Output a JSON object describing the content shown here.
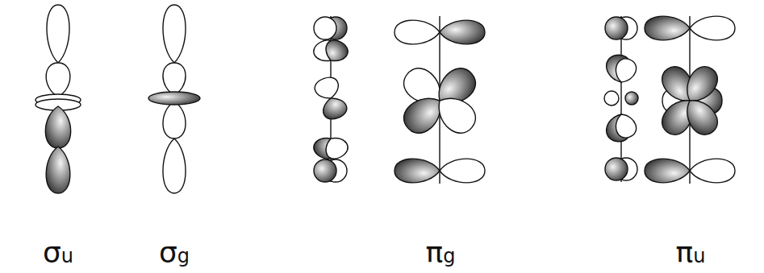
{
  "diagram": {
    "labels": [
      "σu",
      "σg",
      "πg",
      "πu"
    ]
  }
}
